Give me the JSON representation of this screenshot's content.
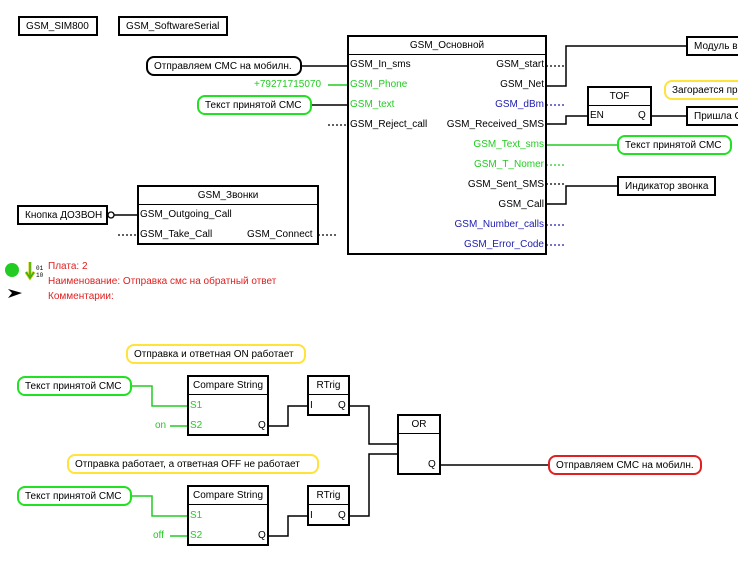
{
  "header_tags": {
    "sim": "GSM_SIM800",
    "serial": "GSM_SoftwareSerial"
  },
  "main_block": {
    "title": "GSM_Основной",
    "inputs": [
      "GSM_In_sms",
      "GSM_Phone",
      "GSM_text",
      "GSM_Reject_call"
    ],
    "outputs": [
      "GSM_start",
      "GSM_Net",
      "GSM_dBm",
      "GSM_Received_SMS",
      "GSM_Text_sms",
      "GSM_T_Nomer",
      "GSM_Sent_SMS",
      "GSM_Call",
      "GSM_Number_calls",
      "GSM_Error_Code"
    ]
  },
  "calls_block": {
    "title": "GSM_Звонки",
    "in_outgoing": "GSM_Outgoing_Call",
    "in_take": "GSM_Take_Call",
    "out_connect": "GSM_Connect"
  },
  "tof_block": {
    "title": "TOF",
    "in": "EN",
    "out": "Q"
  },
  "tags": {
    "send_sms_in": "Отправляем СМС на мобилн.",
    "phone_value": "+79271715070",
    "received_text_1": "Текст принятой СМС",
    "call_button": "Кнопка ДОЗВОН",
    "module_label": "Модуль в",
    "lights_up": "Загорается пр",
    "arrived": "Пришла С",
    "text_sms_out": "Текст принятой СМС",
    "call_indicator": "Индикатор звонка",
    "received_text_2": "Текст принятой СМС",
    "received_text_3": "Текст принятой СМС",
    "send_sms_out": "Отправляем СМС на мобилн."
  },
  "board_info": {
    "board": "Плата: 2",
    "name": "Наименование: Отправка смс на обратный ответ",
    "comment": "Комментарии:"
  },
  "comments": {
    "on_works": "Отправка и ответная ON работает",
    "off_fails": "Отправка работает, а ответная OFF не работает"
  },
  "compare1": {
    "title": "Compare String",
    "s1": "S1",
    "s2": "S2",
    "q": "Q",
    "const": "on"
  },
  "compare2": {
    "title": "Compare String",
    "s1": "S1",
    "s2": "S2",
    "q": "Q",
    "const": "off"
  },
  "rtrig1": {
    "title": "RTrig",
    "in": "I",
    "q": "Q"
  },
  "rtrig2": {
    "title": "RTrig",
    "in": "I",
    "q": "Q"
  },
  "or_block": {
    "title": "OR",
    "q": "Q"
  },
  "colors": {
    "green": "#22cc22",
    "blue": "#2020b0",
    "red": "#e02020",
    "yellow": "#ffe23a"
  }
}
